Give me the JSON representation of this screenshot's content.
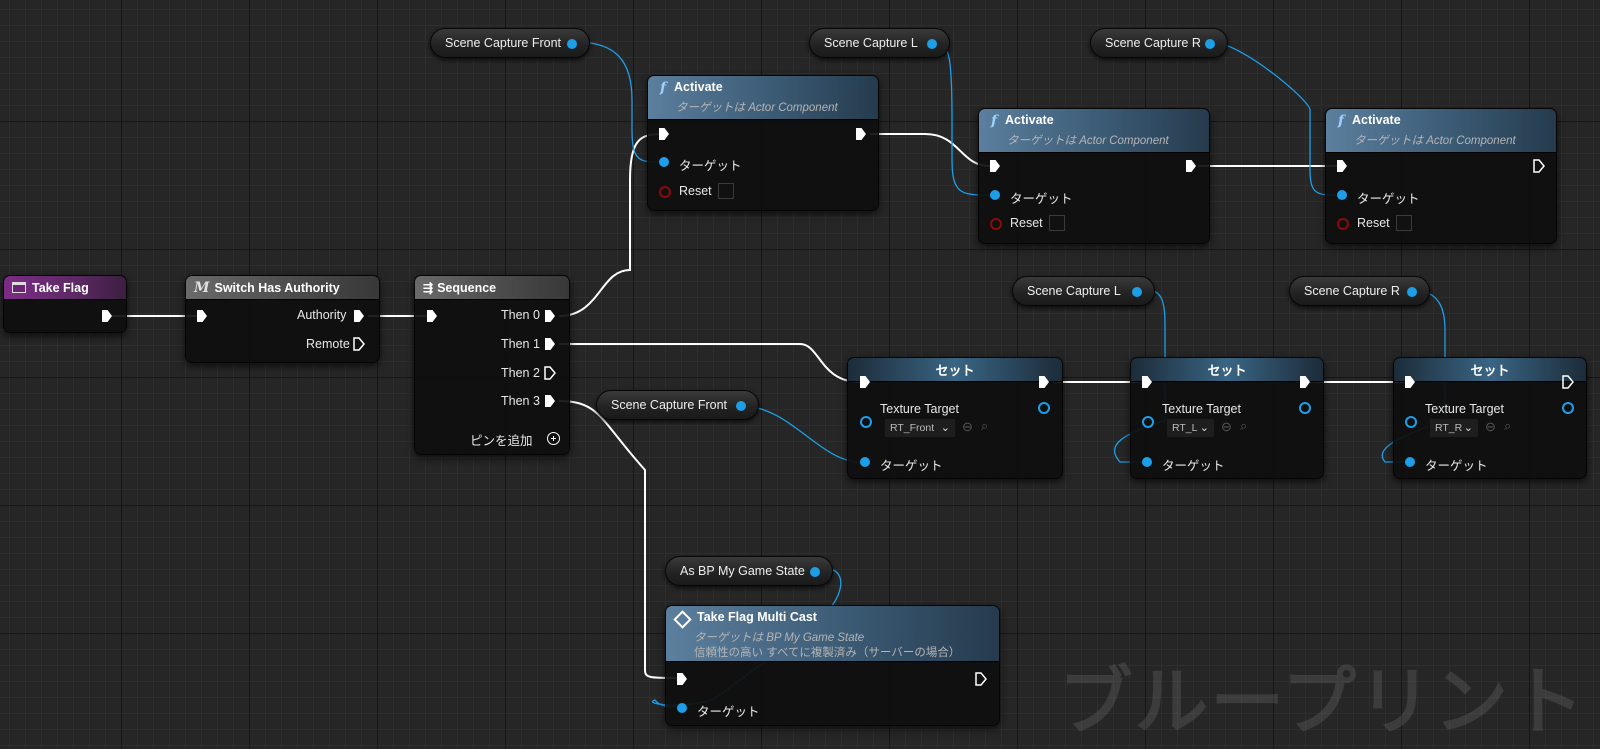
{
  "watermark": "ブループリント",
  "event_node": {
    "title": "Take Flag"
  },
  "switch_node": {
    "title": "Switch Has Authority",
    "pins": {
      "authority": "Authority",
      "remote": "Remote"
    }
  },
  "sequence_node": {
    "title": "Sequence",
    "pins": [
      "Then 0",
      "Then 1",
      "Then 2",
      "Then 3"
    ],
    "add_pin": "ピンを追加"
  },
  "activate_nodes": [
    {
      "title": "Activate",
      "subtitle": "ターゲットは Actor Component",
      "target": "ターゲット",
      "reset": "Reset"
    },
    {
      "title": "Activate",
      "subtitle": "ターゲットは Actor Component",
      "target": "ターゲット",
      "reset": "Reset"
    },
    {
      "title": "Activate",
      "subtitle": "ターゲットは Actor Component",
      "target": "ターゲット",
      "reset": "Reset"
    }
  ],
  "variables": {
    "scene_capture_front_top": "Scene Capture Front",
    "scene_capture_l_top": "Scene Capture L",
    "scene_capture_r_top": "Scene Capture R",
    "scene_capture_l_mid": "Scene Capture L",
    "scene_capture_r_mid": "Scene Capture R",
    "scene_capture_front_mid": "Scene Capture Front",
    "as_bp_game_state": "As BP My Game State"
  },
  "set_nodes": [
    {
      "title": "セット",
      "param": "Texture Target",
      "value": "RT_Front",
      "target": "ターゲット"
    },
    {
      "title": "セット",
      "param": "Texture Target",
      "value": "RT_L",
      "target": "ターゲット"
    },
    {
      "title": "セット",
      "param": "Texture Target",
      "value": "RT_R",
      "target": "ターゲット"
    }
  ],
  "cast_node": {
    "title": "Take Flag Multi Cast",
    "subtitle": "ターゲットは BP My Game State",
    "subtitle2": "信頼性の高い すべてに複製済み（サーバーの場合）",
    "target": "ターゲット"
  },
  "colors": {
    "exec": "#ffffff",
    "object_pin": "#1c9fe8",
    "bool_pin": "#8b0a0a",
    "event_header": "#7d2b86",
    "function_header": "#3b5a74"
  }
}
